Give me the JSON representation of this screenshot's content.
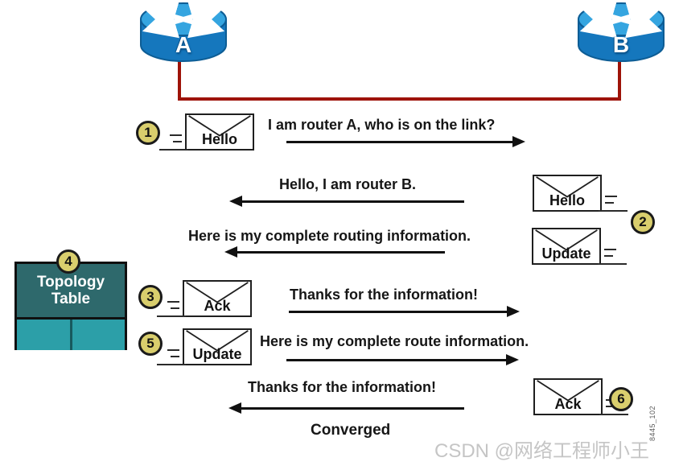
{
  "diagram_title": "EIGRP neighbor discovery between two routers",
  "routers": {
    "a": "A",
    "b": "B"
  },
  "steps": [
    {
      "n": "1",
      "envelope": "Hello",
      "text": "I am router A, who is on the link?",
      "direction": "right"
    },
    {
      "n": "2",
      "envelope": "Hello",
      "text": "Hello, I am router B.",
      "direction": "left"
    },
    {
      "n": "",
      "envelope": "Update",
      "text": "Here is my complete routing information.",
      "direction": "left"
    },
    {
      "n": "3",
      "envelope": "Ack",
      "text": "Thanks for the information!",
      "direction": "right"
    },
    {
      "n": "5",
      "envelope": "Update",
      "text": "Here is my complete route information.",
      "direction": "right"
    },
    {
      "n": "6",
      "envelope": "Ack",
      "text": "Thanks for the information!",
      "direction": "left"
    }
  ],
  "topology_table": {
    "badge": "4",
    "title_line1": "Topology",
    "title_line2": "Table"
  },
  "footer": {
    "converged": "Converged",
    "watermark": "CSDN @网络工程师小王",
    "figure_id": "8445_102"
  },
  "colors": {
    "link_red": "#9e1308",
    "badge_fill": "#d9ce6d",
    "badge_border": "#1a1a1a",
    "router_top": "#35a5e0",
    "router_body": "#1577bd",
    "router_outline": "#0d5d95",
    "teal_dark": "#2e696c",
    "teal_light": "#2c9fa8",
    "ink": "#111111",
    "watermark_gray": "#c5c5c5"
  }
}
